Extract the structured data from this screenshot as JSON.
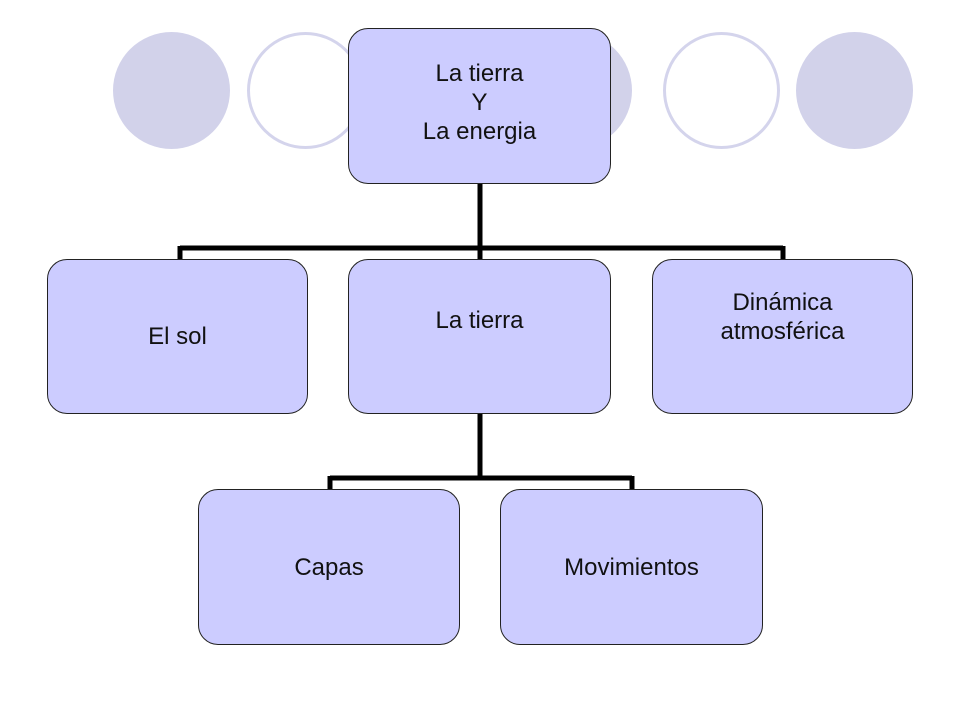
{
  "colors": {
    "node_fill": "#ccccff",
    "node_border": "#222222",
    "connector": "#000000",
    "deco_filled": "#d2d2ea",
    "deco_ring": "#d4d4ec"
  },
  "root": {
    "lines": [
      "La tierra",
      "Y",
      "La energia"
    ]
  },
  "level1": [
    {
      "id": "el-sol",
      "label": "El sol"
    },
    {
      "id": "la-tierra",
      "label": "La tierra"
    },
    {
      "id": "dinamica",
      "lines": [
        "Dinámica",
        "atmosférica"
      ]
    }
  ],
  "level2": [
    {
      "id": "capas",
      "label": "Capas"
    },
    {
      "id": "movimientos",
      "label": "Movimientos"
    }
  ]
}
